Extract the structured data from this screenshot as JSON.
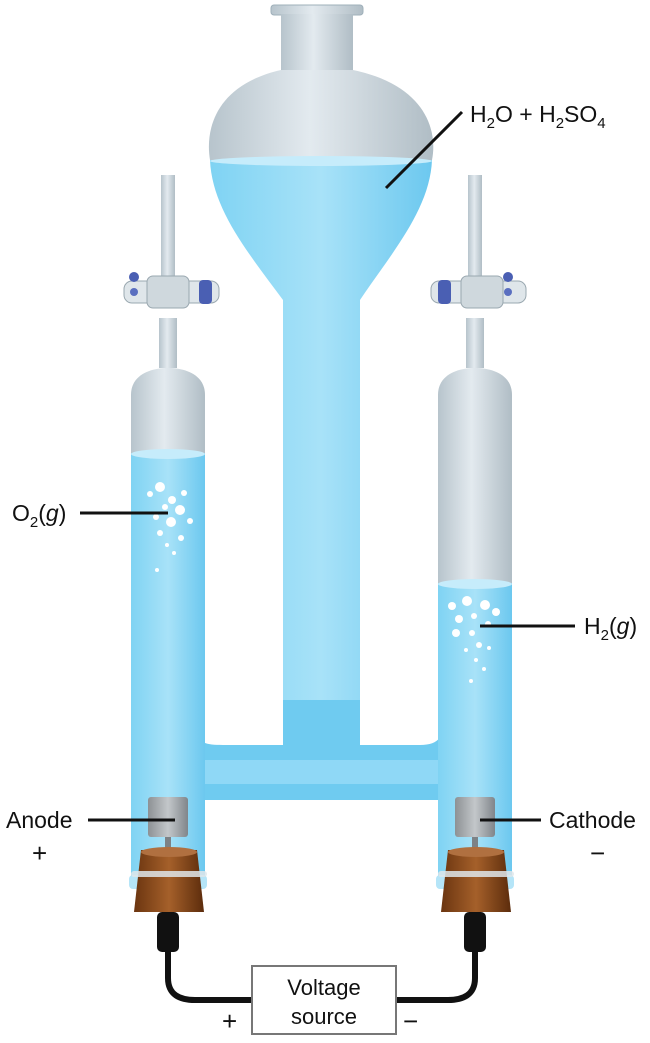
{
  "labels": {
    "flask_top": {
      "main": "H",
      "sub1": "2",
      "mid": "O + H",
      "sub2": "2",
      "tail": "SO",
      "sub3": "4"
    },
    "oxygen": {
      "main": "O",
      "sub": "2",
      "open": "(",
      "italic": "g",
      "close": ")"
    },
    "hydrogen": {
      "main": "H",
      "sub": "2",
      "open": "(",
      "italic": "g",
      "close": ")"
    },
    "anode": "Anode",
    "anode_sign": "+",
    "cathode": "Cathode",
    "cathode_sign": "−",
    "voltage_line1": "Voltage",
    "voltage_line2": "source",
    "wire_plus": "+",
    "wire_minus": "−"
  },
  "colors": {
    "water": "#6fcbf0",
    "water_light": "#a9e0f7",
    "glass": "#c9d5dd",
    "glass_dark": "#a9b6bf",
    "stopper": "#8a4a1c",
    "electrode": "#a4a8ab",
    "valve_blue": "#4a5fb3",
    "wire": "#111111"
  }
}
